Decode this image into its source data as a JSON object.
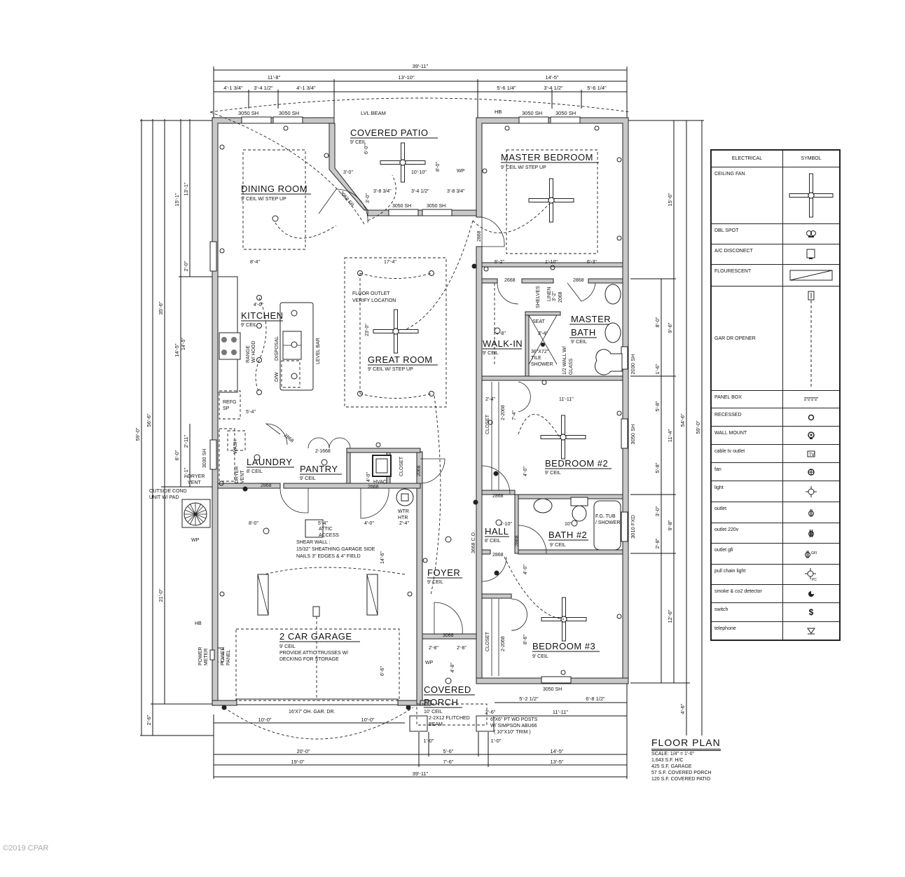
{
  "dimensions": {
    "top": {
      "overall": "39'-11\"",
      "segments": [
        "11'-8\"",
        "13'-10\"",
        "14'-5\""
      ],
      "left_windows": [
        "4'-1 3/4\"",
        "3'-4 1/2\"",
        "4'-1 3/4\""
      ],
      "right_windows": [
        "5'-6 1/4\"",
        "3'-4 1/2\"",
        "5'-6 1/4\""
      ],
      "labels": [
        "3050 SH",
        "3050 SH",
        "LVL BEAM",
        "HB",
        "3050 SH",
        "3050 SH"
      ]
    },
    "bottom": {
      "row1": [
        "10'-0\"",
        "10'-0\""
      ],
      "row_posts": [
        "1'-0\"",
        "1'-0\""
      ],
      "row2": [
        "20'-0\"",
        "5'-6\"",
        "14'-5\""
      ],
      "row3": [
        "19'-0\"",
        "7'-6\"",
        "13'-5\""
      ],
      "overall": "39'-11\"",
      "right_upper": [
        "5'-2 1/2\"",
        "6'-8 1/2\""
      ],
      "right_total": "11'-11\"",
      "porch_offset": "2'-6\""
    },
    "left": {
      "overall": "59'-0\"",
      "secondary": "56'-6\"",
      "upper": "35'-6\"",
      "segs": [
        "15'-1\"",
        "13'-1\"",
        "2'-0\"",
        "14'-5\""
      ],
      "laundry": [
        "6'-0\"",
        "2'-11\"",
        "3'-1\""
      ],
      "garage": "21'-0\"",
      "porch": "2'-6\""
    },
    "right": {
      "overall": "59'-0\"",
      "secondary": "54'-6\"",
      "segs": [
        "15'-6\"",
        "9'-6\"",
        "8'-0\"",
        "1'-6\"",
        "11'-4\"",
        "5'-8\"",
        "5'-8\"",
        "9'-8\"",
        "3'-0\"",
        "2'-8\"",
        "12'-6\"",
        "4'-6\""
      ],
      "windows": [
        "2030 SH",
        "3050 SH",
        "3010 FXD"
      ]
    },
    "interior": {
      "patio": [
        "3'-0\"",
        "10'-10\"",
        "6'-0\"",
        "8'-0\"",
        "3'-8 3/4\"",
        "3'-4 1/2\"",
        "3'-8 3/4\"",
        "3'-0\""
      ],
      "dining": "8'-4\"",
      "great_room": [
        "17'-4\"",
        "23'-0\""
      ],
      "master": [
        "6'-2\"",
        "1'-10\"",
        "6'-3\""
      ],
      "kitchen": [
        "4'-0\"",
        "14'-5\"",
        "5'-4\""
      ],
      "garage": [
        "8'-0\"",
        "5'-4\"",
        "4'-0\"",
        "2'-4\"",
        "14'-6\"",
        "6'-6\""
      ],
      "bath": [
        "4'-8\"",
        "3'-4\""
      ],
      "bed2": [
        "2'-4\"",
        "11'-11\"",
        "7'-4\"",
        "4'-0\""
      ],
      "hall": [
        "3'-10\"",
        "10'-5\""
      ],
      "bed3": [
        "4'-0\"",
        "8'-6\""
      ],
      "porch": [
        "2'-8\"",
        "2'-8\"",
        "4'-8\""
      ]
    }
  },
  "rooms": {
    "covered_patio": {
      "name": "COVERED PATIO",
      "ceil": "9' CEIL"
    },
    "dining_room": {
      "name": "DINING ROOM",
      "ceil": "9' CEIL W/ STEP UP"
    },
    "master_bedroom": {
      "name": "MASTER BEDROOM",
      "ceil": "9' CEIL W/ STEP UP"
    },
    "kitchen": {
      "name": "KITCHEN",
      "ceil": "9' CEIL"
    },
    "great_room": {
      "name": "GREAT ROOM",
      "ceil": "9' CEIL W/ STEP UP"
    },
    "walk_in": {
      "name": "WALK-IN",
      "ceil": "9' CEIL"
    },
    "master_bath": {
      "name1": "MASTER",
      "name2": "BATH",
      "ceil": "9' CEIL"
    },
    "bedroom2": {
      "name": "BEDROOM #2",
      "ceil": "9' CEIL"
    },
    "laundry": {
      "name": "LAUNDRY",
      "ceil": "8' CEIL"
    },
    "pantry": {
      "name": "PANTRY",
      "ceil": "9' CEIL"
    },
    "hall": {
      "name": "HALL",
      "ceil": "8' CEIL"
    },
    "bath2": {
      "name": "BATH #2",
      "ceil": "9' CEIL"
    },
    "foyer": {
      "name": "FOYER",
      "ceil": "9' CEIL"
    },
    "garage": {
      "name": "2 CAR GARAGE",
      "ceil": "9' CEIL",
      "note1": "PROVIDE ATTIC TRUSSES W/",
      "note2": "DECKING FOR STORAGE"
    },
    "bedroom3": {
      "name": "BEDROOM #3",
      "ceil": "9' CEIL"
    },
    "covered_porch": {
      "name1": "COVERED",
      "name2": "PORCH",
      "ceil": "10' CEIL"
    }
  },
  "annotations": {
    "door_3068fr": "3068 FR",
    "wp": "WP",
    "door_2868": "2868",
    "door_2668": "2668",
    "door_2068": "2068",
    "door_2_2068": "2-2068",
    "door_2_1668": "2-1668",
    "door_3068": "3068",
    "door_3668": "3668 C.O.",
    "shelves": "SHELVES",
    "linen": "LINEN",
    "linen_dim": "3'-2\"",
    "seat": "SEAT",
    "shower1": "36\"X72\"",
    "shower2": "TILE",
    "shower3": "SHOWER",
    "glass_wall": "1/2 WALL W/",
    "glass": "GLASS",
    "closet": "CLOSET",
    "hvac": "HVAC",
    "wtr_htr1": "WTR",
    "wtr_htr2": "HTR",
    "floor_outlet1": "FLOOR OUTLET",
    "floor_outlet2": "VERIFY LOCATION",
    "range1": "RANGE",
    "range2": "W/ HOOD",
    "disposal": "DISPOSAL",
    "dw": "D/W",
    "level_bar": "LEVEL BAR",
    "refg1": "REFG",
    "refg2": "SP",
    "dryer": "DRYER",
    "vent": "VENT",
    "wash": "WASH",
    "dryer_vent_label1": "DRYER",
    "dryer_vent_label2": "VENT",
    "outside_cond1": "OUTSIDE COND",
    "outside_cond2": "UNIT W/ PAD",
    "attic1": "ATTIC",
    "attic2": "ACCESS",
    "shear1": "SHEAR WALL :",
    "shear2": "15/32\" SHEATHING GARAGE SIDE",
    "shear3": "NAILS 3\" EDGES & 4\" FIELD",
    "hb": "HB",
    "power_meter1": "POWER",
    "power_meter2": "METER",
    "power_panel1": "POWER",
    "power_panel2": "PANEL",
    "garage_door": "16'X7' OH. GAR. DR.",
    "flitched1": "2-2X12 FLITCHED",
    "flitched2": "BEAM",
    "posts1": "6\"X6\" PT WD POSTS",
    "posts2": "W/ SIMPSON ABU66",
    "posts3": "( 10\"X10\" TRIM )",
    "fg_tub1": "F.G. TUB",
    "fg_tub2": "/ SHOWER",
    "window_3050sh": "3050 SH",
    "window_3030sh": "3030 SH",
    "window_2030sh": "2030 SH",
    "window_3010fxd": "3010 FXD"
  },
  "legend": {
    "header": {
      "col1": "ELECTRICAL",
      "col2": "SYMBOL"
    },
    "items": [
      {
        "label": "CEILING FAN",
        "icon": "ceiling-fan"
      },
      {
        "label": "DBL SPOT",
        "icon": "double-spot"
      },
      {
        "label": "A/C DISCONECT",
        "icon": "ac-disconnect"
      },
      {
        "label": "FLOURESCENT",
        "icon": "fluorescent"
      },
      {
        "label": "GAR DR OPENER",
        "icon": "garage-door-opener"
      },
      {
        "label": "PANEL BOX",
        "icon": "panel-box"
      },
      {
        "label": "RECESSED",
        "icon": "recessed-light"
      },
      {
        "label": "WALL MOUNT",
        "icon": "wall-mount-light"
      },
      {
        "label": "cable tv outlet",
        "icon": "cable-tv-outlet"
      },
      {
        "label": "fan",
        "icon": "exhaust-fan"
      },
      {
        "label": "light",
        "icon": "light"
      },
      {
        "label": "outlet",
        "icon": "outlet"
      },
      {
        "label": "outlet 220v",
        "icon": "outlet-220v"
      },
      {
        "label": "outlet gfi",
        "icon": "outlet-gfi"
      },
      {
        "label": "pull chain light",
        "icon": "pull-chain-light"
      },
      {
        "label": "smoke & co2 detector",
        "icon": "smoke-detector"
      },
      {
        "label": "switch",
        "icon": "switch"
      },
      {
        "label": "telephone",
        "icon": "telephone"
      }
    ]
  },
  "title_block": {
    "title": "FLOOR PLAN",
    "lines": [
      "SCALE: 1/4\" = 1'-0\"",
      "1,643 S.F. H/C",
      "425 S.F. GARAGE",
      "57 S.F. COVERED PORCH",
      "120 S.F. COVERED PATIO"
    ]
  },
  "copyright": "©2019 CPAR"
}
